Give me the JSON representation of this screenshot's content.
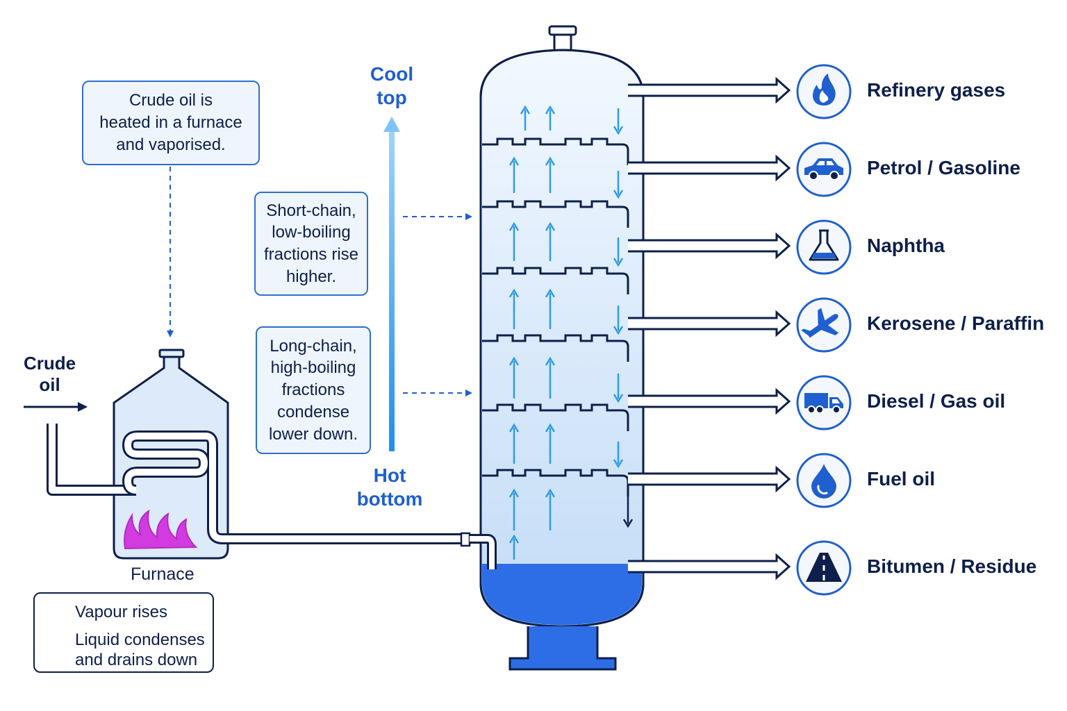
{
  "callouts": {
    "furnace_note": "Crude oil is\nheated in a furnace\nand vaporised.",
    "short_chain_note": "Short-chain,\nlow-boiling\nfractions rise\nhigher.",
    "long_chain_note": "Long-chain,\nhigh-boiling\nfractions\ncondense\nlower down."
  },
  "labels": {
    "crude_oil": "Crude\noil",
    "furnace": "Furnace",
    "cool_top": "Cool\ntop",
    "hot_bottom": "Hot\nbottom"
  },
  "legend": {
    "vapour": "Vapour rises",
    "liquid": "Liquid condenses\nand drains down"
  },
  "products": [
    {
      "label": "Refinery gases",
      "icon": "flame-icon"
    },
    {
      "label": "Petrol / Gasoline",
      "icon": "car-icon"
    },
    {
      "label": "Naphtha",
      "icon": "flask-icon"
    },
    {
      "label": "Kerosene / Paraffin",
      "icon": "airplane-icon"
    },
    {
      "label": "Diesel / Gas oil",
      "icon": "truck-icon"
    },
    {
      "label": "Fuel oil",
      "icon": "oil-drop-icon"
    },
    {
      "label": "Bitumen / Residue",
      "icon": "road-icon"
    }
  ],
  "colors": {
    "navy": "#0d1f4a",
    "accent_blue": "#1f5fd0",
    "vapour_blue": "#2f9be8",
    "flame": "#d23be0",
    "liquid": "#2d6ee6"
  }
}
